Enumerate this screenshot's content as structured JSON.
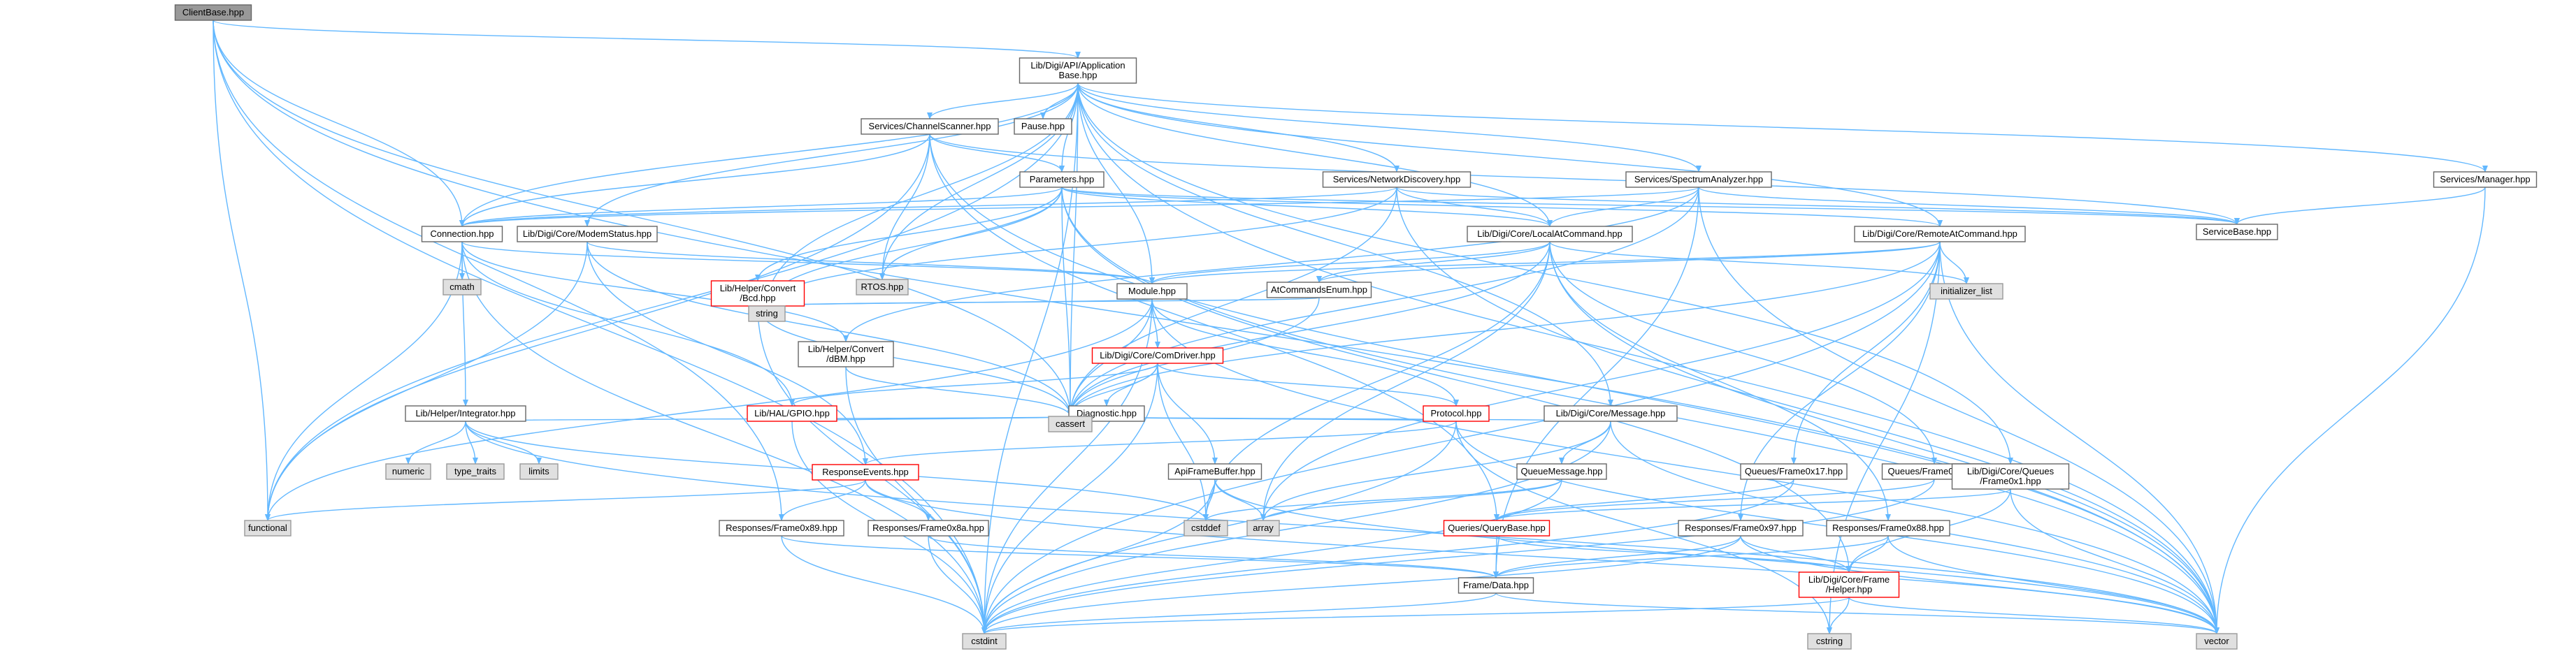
{
  "colors": {
    "edge": "#63b8ff",
    "root_fill": "#999999",
    "root_stroke": "#666666",
    "doc_fill": "#ffffff",
    "doc_stroke": "#666666",
    "sys_fill": "#e0e0e0",
    "sys_stroke": "#999999",
    "red_stroke": "#ff0000"
  },
  "nodes": [
    {
      "id": "ClientBase",
      "lines": [
        "ClientBase.hpp"
      ],
      "kind": "root"
    },
    {
      "id": "AppBase",
      "lines": [
        "Lib/Digi/API/Application",
        "Base.hpp"
      ],
      "kind": "doc"
    },
    {
      "id": "ChannelScanner",
      "lines": [
        "Services/ChannelScanner.hpp"
      ],
      "kind": "doc"
    },
    {
      "id": "Pause",
      "lines": [
        "Pause.hpp"
      ],
      "kind": "doc"
    },
    {
      "id": "Parameters",
      "lines": [
        "Parameters.hpp"
      ],
      "kind": "doc"
    },
    {
      "id": "NetworkDiscovery",
      "lines": [
        "Services/NetworkDiscovery.hpp"
      ],
      "kind": "doc"
    },
    {
      "id": "SpectrumAnalyzer",
      "lines": [
        "Services/SpectrumAnalyzer.hpp"
      ],
      "kind": "doc"
    },
    {
      "id": "ServicesManager",
      "lines": [
        "Services/Manager.hpp"
      ],
      "kind": "doc"
    },
    {
      "id": "ServiceBase",
      "lines": [
        "ServiceBase.hpp"
      ],
      "kind": "doc"
    },
    {
      "id": "Connection",
      "lines": [
        "Connection.hpp"
      ],
      "kind": "doc"
    },
    {
      "id": "ModemStatus",
      "lines": [
        "Lib/Digi/Core/ModemStatus.hpp"
      ],
      "kind": "doc"
    },
    {
      "id": "LocalAtCommand",
      "lines": [
        "Lib/Digi/Core/LocalAtCommand.hpp"
      ],
      "kind": "doc"
    },
    {
      "id": "RemoteAtCommand",
      "lines": [
        "Lib/Digi/Core/RemoteAtCommand.hpp"
      ],
      "kind": "doc"
    },
    {
      "id": "cmath",
      "lines": [
        "cmath"
      ],
      "kind": "sys"
    },
    {
      "id": "Bcd",
      "lines": [
        "Lib/Helper/Convert",
        "/Bcd.hpp"
      ],
      "kind": "red"
    },
    {
      "id": "RTOS",
      "lines": [
        "RTOS.hpp"
      ],
      "kind": "sys"
    },
    {
      "id": "Module",
      "lines": [
        "Module.hpp"
      ],
      "kind": "doc"
    },
    {
      "id": "AtCommandsEnum",
      "lines": [
        "AtCommandsEnum.hpp"
      ],
      "kind": "doc"
    },
    {
      "id": "initializer_list",
      "lines": [
        "initializer_list"
      ],
      "kind": "sys"
    },
    {
      "id": "string",
      "lines": [
        "string"
      ],
      "kind": "sys"
    },
    {
      "id": "dBM",
      "lines": [
        "Lib/Helper/Convert",
        "/dBM.hpp"
      ],
      "kind": "doc"
    },
    {
      "id": "ComDriver",
      "lines": [
        "Lib/Digi/Core/ComDriver.hpp"
      ],
      "kind": "red"
    },
    {
      "id": "Integrator",
      "lines": [
        "Lib/Helper/Integrator.hpp"
      ],
      "kind": "doc"
    },
    {
      "id": "GPIO",
      "lines": [
        "Lib/HAL/GPIO.hpp"
      ],
      "kind": "red"
    },
    {
      "id": "Diagnostic",
      "lines": [
        "Diagnostic.hpp"
      ],
      "kind": "doc"
    },
    {
      "id": "Protocol",
      "lines": [
        "Protocol.hpp"
      ],
      "kind": "red"
    },
    {
      "id": "CoreMessage",
      "lines": [
        "Lib/Digi/Core/Message.hpp"
      ],
      "kind": "doc"
    },
    {
      "id": "numeric",
      "lines": [
        "numeric"
      ],
      "kind": "sys"
    },
    {
      "id": "type_traits",
      "lines": [
        "type_traits"
      ],
      "kind": "sys"
    },
    {
      "id": "limits",
      "lines": [
        "limits"
      ],
      "kind": "sys"
    },
    {
      "id": "cassert",
      "lines": [
        "cassert"
      ],
      "kind": "sys"
    },
    {
      "id": "ResponseEvents",
      "lines": [
        "ResponseEvents.hpp"
      ],
      "kind": "red"
    },
    {
      "id": "ApiFrameBuffer",
      "lines": [
        "ApiFrameBuffer.hpp"
      ],
      "kind": "doc"
    },
    {
      "id": "QueueMessage",
      "lines": [
        "QueueMessage.hpp"
      ],
      "kind": "doc"
    },
    {
      "id": "QueuesFrame0x17",
      "lines": [
        "Queues/Frame0x17.hpp"
      ],
      "kind": "doc"
    },
    {
      "id": "QueuesFrame0x8",
      "lines": [
        "Queues/Frame0x8.hpp"
      ],
      "kind": "doc"
    },
    {
      "id": "QueuesFrame0x1",
      "lines": [
        "Lib/Digi/Core/Queues",
        "/Frame0x1.hpp"
      ],
      "kind": "doc"
    },
    {
      "id": "functional",
      "lines": [
        "functional"
      ],
      "kind": "sys"
    },
    {
      "id": "cstddef",
      "lines": [
        "cstddef"
      ],
      "kind": "sys"
    },
    {
      "id": "array",
      "lines": [
        "array"
      ],
      "kind": "sys"
    },
    {
      "id": "RespFrame0x89",
      "lines": [
        "Responses/Frame0x89.hpp"
      ],
      "kind": "doc"
    },
    {
      "id": "RespFrame0x8a",
      "lines": [
        "Responses/Frame0x8a.hpp"
      ],
      "kind": "doc"
    },
    {
      "id": "QueryBase",
      "lines": [
        "Queries/QueryBase.hpp"
      ],
      "kind": "red"
    },
    {
      "id": "RespFrame0x97",
      "lines": [
        "Responses/Frame0x97.hpp"
      ],
      "kind": "doc"
    },
    {
      "id": "RespFrame0x88",
      "lines": [
        "Responses/Frame0x88.hpp"
      ],
      "kind": "doc"
    },
    {
      "id": "FrameData",
      "lines": [
        "Frame/Data.hpp"
      ],
      "kind": "doc"
    },
    {
      "id": "FrameHelper",
      "lines": [
        "Lib/Digi/Core/Frame",
        "/Helper.hpp"
      ],
      "kind": "red"
    },
    {
      "id": "cstdint",
      "lines": [
        "cstdint"
      ],
      "kind": "sys"
    },
    {
      "id": "cstring",
      "lines": [
        "cstring"
      ],
      "kind": "sys"
    },
    {
      "id": "vector",
      "lines": [
        "vector"
      ],
      "kind": "sys"
    }
  ],
  "edges": [
    [
      "ClientBase",
      "AppBase"
    ],
    [
      "ClientBase",
      "Connection"
    ],
    [
      "ClientBase",
      "functional"
    ],
    [
      "ClientBase",
      "cstdint"
    ],
    [
      "ClientBase",
      "vector"
    ],
    [
      "ClientBase",
      "cassert"
    ],
    [
      "ClientBase",
      "RespFrame0x89"
    ],
    [
      "AppBase",
      "ChannelScanner"
    ],
    [
      "AppBase",
      "Pause"
    ],
    [
      "AppBase",
      "Parameters"
    ],
    [
      "AppBase",
      "NetworkDiscovery"
    ],
    [
      "AppBase",
      "SpectrumAnalyzer"
    ],
    [
      "AppBase",
      "ServicesManager"
    ],
    [
      "AppBase",
      "Connection"
    ],
    [
      "AppBase",
      "ModemStatus"
    ],
    [
      "AppBase",
      "LocalAtCommand"
    ],
    [
      "AppBase",
      "RemoteAtCommand"
    ],
    [
      "AppBase",
      "Module"
    ],
    [
      "AppBase",
      "RTOS"
    ],
    [
      "AppBase",
      "CoreMessage"
    ],
    [
      "AppBase",
      "functional"
    ],
    [
      "AppBase",
      "cstdint"
    ],
    [
      "AppBase",
      "vector"
    ],
    [
      "AppBase",
      "cassert"
    ],
    [
      "AppBase",
      "string"
    ],
    [
      "AppBase",
      "QueuesFrame0x1"
    ],
    [
      "ChannelScanner",
      "ServiceBase"
    ],
    [
      "ChannelScanner",
      "Parameters"
    ],
    [
      "ChannelScanner",
      "Connection"
    ],
    [
      "ChannelScanner",
      "RTOS"
    ],
    [
      "ChannelScanner",
      "functional"
    ],
    [
      "ChannelScanner",
      "vector"
    ],
    [
      "ChannelScanner",
      "QueryBase"
    ],
    [
      "Parameters",
      "Connection"
    ],
    [
      "Parameters",
      "LocalAtCommand"
    ],
    [
      "Parameters",
      "RemoteAtCommand"
    ],
    [
      "Parameters",
      "Bcd"
    ],
    [
      "Parameters",
      "RTOS"
    ],
    [
      "Parameters",
      "string"
    ],
    [
      "Parameters",
      "cassert"
    ],
    [
      "Parameters",
      "vector"
    ],
    [
      "Parameters",
      "ServiceBase"
    ],
    [
      "Parameters",
      "FrameHelper"
    ],
    [
      "NetworkDiscovery",
      "ServiceBase"
    ],
    [
      "NetworkDiscovery",
      "Connection"
    ],
    [
      "NetworkDiscovery",
      "LocalAtCommand"
    ],
    [
      "NetworkDiscovery",
      "cassert"
    ],
    [
      "NetworkDiscovery",
      "vector"
    ],
    [
      "NetworkDiscovery",
      "string"
    ],
    [
      "SpectrumAnalyzer",
      "ServiceBase"
    ],
    [
      "SpectrumAnalyzer",
      "LocalAtCommand"
    ],
    [
      "SpectrumAnalyzer",
      "Connection"
    ],
    [
      "SpectrumAnalyzer",
      "cassert"
    ],
    [
      "SpectrumAnalyzer",
      "vector"
    ],
    [
      "SpectrumAnalyzer",
      "dBM"
    ],
    [
      "SpectrumAnalyzer",
      "FrameData"
    ],
    [
      "ServicesManager",
      "ServiceBase"
    ],
    [
      "ServicesManager",
      "vector"
    ],
    [
      "Connection",
      "Module"
    ],
    [
      "Connection",
      "cmath"
    ],
    [
      "Connection",
      "functional"
    ],
    [
      "Connection",
      "Integrator"
    ],
    [
      "Connection",
      "cstdint"
    ],
    [
      "Connection",
      "dBM"
    ],
    [
      "Connection",
      "GPIO"
    ],
    [
      "ModemStatus",
      "Module"
    ],
    [
      "ModemStatus",
      "functional"
    ],
    [
      "ModemStatus",
      "ResponseEvents"
    ],
    [
      "ModemStatus",
      "cassert"
    ],
    [
      "LocalAtCommand",
      "Module"
    ],
    [
      "LocalAtCommand",
      "AtCommandsEnum"
    ],
    [
      "LocalAtCommand",
      "initializer_list"
    ],
    [
      "LocalAtCommand",
      "cassert"
    ],
    [
      "LocalAtCommand",
      "vector"
    ],
    [
      "LocalAtCommand",
      "QueuesFrame0x8"
    ],
    [
      "LocalAtCommand",
      "RespFrame0x88"
    ],
    [
      "LocalAtCommand",
      "array"
    ],
    [
      "LocalAtCommand",
      "cstddef"
    ],
    [
      "RemoteAtCommand",
      "Module"
    ],
    [
      "RemoteAtCommand",
      "AtCommandsEnum"
    ],
    [
      "RemoteAtCommand",
      "initializer_list"
    ],
    [
      "RemoteAtCommand",
      "cassert"
    ],
    [
      "RemoteAtCommand",
      "vector"
    ],
    [
      "RemoteAtCommand",
      "QueuesFrame0x17"
    ],
    [
      "RemoteAtCommand",
      "RespFrame0x97"
    ],
    [
      "RemoteAtCommand",
      "array"
    ],
    [
      "RemoteAtCommand",
      "cstring"
    ],
    [
      "RemoteAtCommand",
      "cstdint"
    ],
    [
      "Bcd",
      "string"
    ],
    [
      "Bcd",
      "cassert"
    ],
    [
      "Bcd",
      "cstdint"
    ],
    [
      "Module",
      "ComDriver"
    ],
    [
      "Module",
      "Protocol"
    ],
    [
      "Module",
      "string"
    ],
    [
      "Module",
      "cassert"
    ],
    [
      "Module",
      "vector"
    ],
    [
      "Module",
      "functional"
    ],
    [
      "Module",
      "cstdint"
    ],
    [
      "AtCommandsEnum",
      "string"
    ],
    [
      "AtCommandsEnum",
      "cassert"
    ],
    [
      "dBM",
      "cassert"
    ],
    [
      "dBM",
      "cstdint"
    ],
    [
      "ComDriver",
      "Diagnostic"
    ],
    [
      "ComDriver",
      "GPIO"
    ],
    [
      "ComDriver",
      "Protocol"
    ],
    [
      "ComDriver",
      "ApiFrameBuffer"
    ],
    [
      "ComDriver",
      "cassert"
    ],
    [
      "ComDriver",
      "cstdint"
    ],
    [
      "ComDriver",
      "cstddef"
    ],
    [
      "Integrator",
      "numeric"
    ],
    [
      "Integrator",
      "type_traits"
    ],
    [
      "Integrator",
      "limits"
    ],
    [
      "Integrator",
      "cassert"
    ],
    [
      "Integrator",
      "vector"
    ],
    [
      "Integrator",
      "cstddef"
    ],
    [
      "GPIO",
      "cstdint"
    ],
    [
      "GPIO",
      "cassert"
    ],
    [
      "Protocol",
      "ResponseEvents"
    ],
    [
      "Protocol",
      "cassert"
    ],
    [
      "Protocol",
      "cstdint"
    ],
    [
      "Protocol",
      "vector"
    ],
    [
      "Protocol",
      "cstring"
    ],
    [
      "CoreMessage",
      "QueueMessage"
    ],
    [
      "CoreMessage",
      "cassert"
    ],
    [
      "CoreMessage",
      "cstdint"
    ],
    [
      "CoreMessage",
      "vector"
    ],
    [
      "CoreMessage",
      "array"
    ],
    [
      "ResponseEvents",
      "RespFrame0x89"
    ],
    [
      "ResponseEvents",
      "RespFrame0x8a"
    ],
    [
      "ResponseEvents",
      "functional"
    ],
    [
      "ResponseEvents",
      "vector"
    ],
    [
      "ApiFrameBuffer",
      "array"
    ],
    [
      "ApiFrameBuffer",
      "cstddef"
    ],
    [
      "ApiFrameBuffer",
      "cstdint"
    ],
    [
      "ApiFrameBuffer",
      "vector"
    ],
    [
      "QueueMessage",
      "array"
    ],
    [
      "QueueMessage",
      "cstddef"
    ],
    [
      "QueueMessage",
      "cstdint"
    ],
    [
      "QueuesFrame0x17",
      "QueryBase"
    ],
    [
      "QueuesFrame0x17",
      "cstdint"
    ],
    [
      "QueuesFrame0x8",
      "QueryBase"
    ],
    [
      "QueuesFrame0x8",
      "cstdint"
    ],
    [
      "QueuesFrame0x1",
      "QueryBase"
    ],
    [
      "QueuesFrame0x1",
      "vector"
    ],
    [
      "QueuesFrame0x1",
      "FrameHelper"
    ],
    [
      "RespFrame0x89",
      "FrameData"
    ],
    [
      "RespFrame0x89",
      "cstdint"
    ],
    [
      "RespFrame0x8a",
      "FrameData"
    ],
    [
      "RespFrame0x8a",
      "cstdint"
    ],
    [
      "QueryBase",
      "FrameData"
    ],
    [
      "QueryBase",
      "FrameHelper"
    ],
    [
      "RespFrame0x97",
      "FrameData"
    ],
    [
      "RespFrame0x97",
      "FrameHelper"
    ],
    [
      "RespFrame0x97",
      "cstdint"
    ],
    [
      "RespFrame0x97",
      "vector"
    ],
    [
      "RespFrame0x88",
      "FrameData"
    ],
    [
      "RespFrame0x88",
      "FrameHelper"
    ],
    [
      "RespFrame0x88",
      "vector"
    ],
    [
      "FrameData",
      "cstdint"
    ],
    [
      "FrameData",
      "vector"
    ],
    [
      "FrameHelper",
      "cstdint"
    ],
    [
      "FrameHelper",
      "cstring"
    ],
    [
      "FrameHelper",
      "vector"
    ]
  ]
}
